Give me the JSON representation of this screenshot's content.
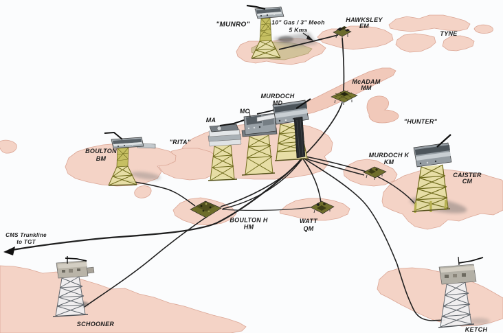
{
  "diagram": {
    "description": "Offshore gas field infrastructure map of the Caister Murdoch System showing platforms, subsea manifolds, field outlines and pipelines",
    "labels": {
      "munro": {
        "text": "\"MUNRO\""
      },
      "pipeline_note": {
        "line1": "10\" Gas / 3\" Meoh",
        "line2": "5 Kms"
      },
      "hawksley": {
        "line1": "HAWKSLEY",
        "line2": "EM"
      },
      "tyne": {
        "text": "TYNE"
      },
      "mcadam": {
        "line1": "McADAM",
        "line2": "MM"
      },
      "hunter": {
        "text": "\"HUNTER\""
      },
      "murdoch_md": {
        "line1": "MURDOCH",
        "line2": "MD"
      },
      "mc": {
        "text": "MC"
      },
      "ma": {
        "text": "MA"
      },
      "rita": {
        "text": "\"RITA\""
      },
      "boulton_bm": {
        "line1": "BOULTON",
        "line2": "BM"
      },
      "murdoch_k": {
        "line1": "MURDOCH K",
        "line2": "KM"
      },
      "caister": {
        "line1": "CAISTER",
        "line2": "CM"
      },
      "boulton_h": {
        "line1": "BOULTON H",
        "line2": "HM"
      },
      "watt": {
        "line1": "WATT",
        "line2": "QM"
      },
      "cms_trunkline": {
        "line1": "CMS Trunkline",
        "line2": "to TGT"
      },
      "schooner": {
        "text": "SCHOONER"
      },
      "ketch": {
        "text": "KETCH"
      }
    },
    "colors": {
      "background": "#fbfcfd",
      "field_fill": "#f4d3c6",
      "field_edge": "#dba695",
      "field_tan": "#d2c29a",
      "pipeline": "#1f1f1f",
      "jacket_olive": "#8f8a28",
      "jacket_light": "#e9e3b8",
      "topsides_grey": "#aeb6bb",
      "steel_grey": "#8d939a",
      "manifold_olive": "#6d6d2a",
      "label_text": "#1c1c1c"
    }
  }
}
